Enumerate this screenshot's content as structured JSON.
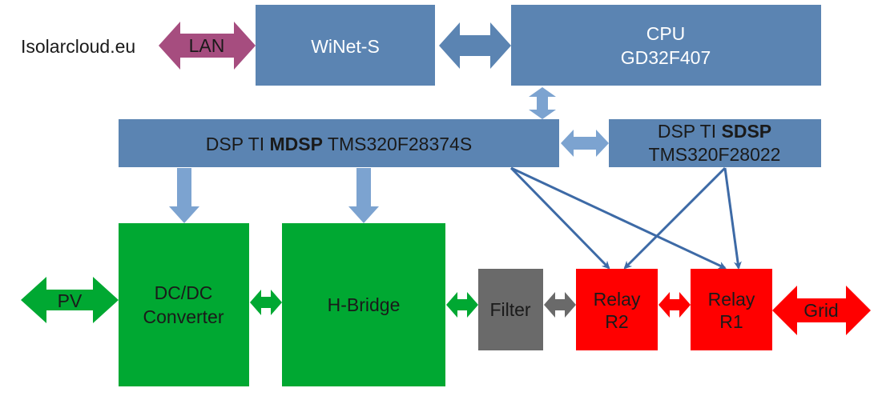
{
  "colors": {
    "blue_box": "#5b84b2",
    "blue_arrow_light": "#7ca3d0",
    "blue_arrow_dark": "#3d6aa6",
    "green": "#00a832",
    "gray": "#6a6a6a",
    "red": "#ff0000",
    "purple": "#a64d7f"
  },
  "external": {
    "cloud": "Isolarcloud.eu"
  },
  "arrows": {
    "lan": "LAN",
    "pv": "PV",
    "grid": "Grid"
  },
  "blocks": {
    "winet": "WiNet-S",
    "cpu_line1": "CPU",
    "cpu_line2": "GD32F407",
    "mdsp_prefix": "DSP TI ",
    "mdsp_bold": "MDSP",
    "mdsp_suffix": " TMS320F28374S",
    "sdsp_prefix": "DSP TI ",
    "sdsp_bold": "SDSP",
    "sdsp_line2": "TMS320F28022",
    "dcdc_line1": "DC/DC",
    "dcdc_line2": "Converter",
    "hbridge": "H-Bridge",
    "filter": "Filter",
    "relay2_line1": "Relay",
    "relay2_line2": "R2",
    "relay1_line1": "Relay",
    "relay1_line2": "R1"
  }
}
